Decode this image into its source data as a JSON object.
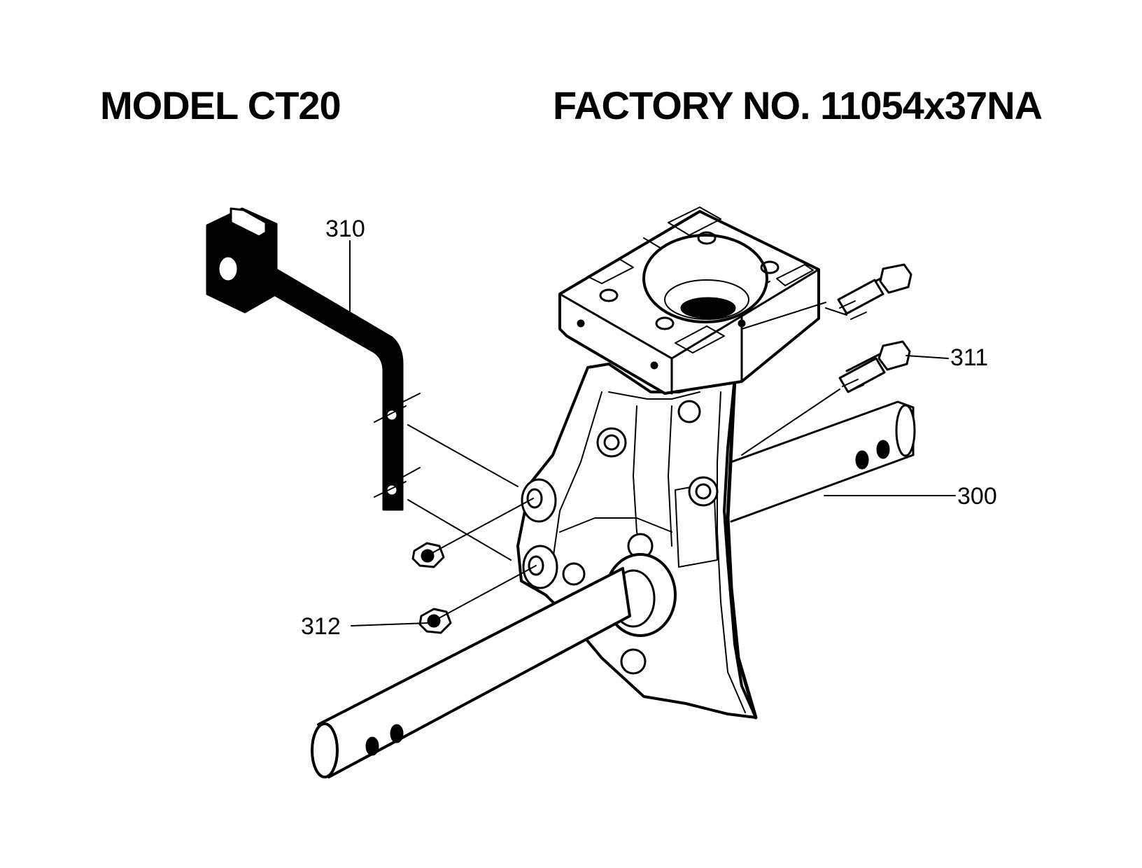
{
  "header": {
    "model": "MODEL CT20",
    "factory": "FACTORY NO. 11054x37NA"
  },
  "callouts": [
    {
      "id": "310"
    },
    {
      "id": "311"
    },
    {
      "id": "300"
    },
    {
      "id": "312"
    }
  ],
  "colors": {
    "ink": "#000000",
    "paper": "#ffffff"
  }
}
